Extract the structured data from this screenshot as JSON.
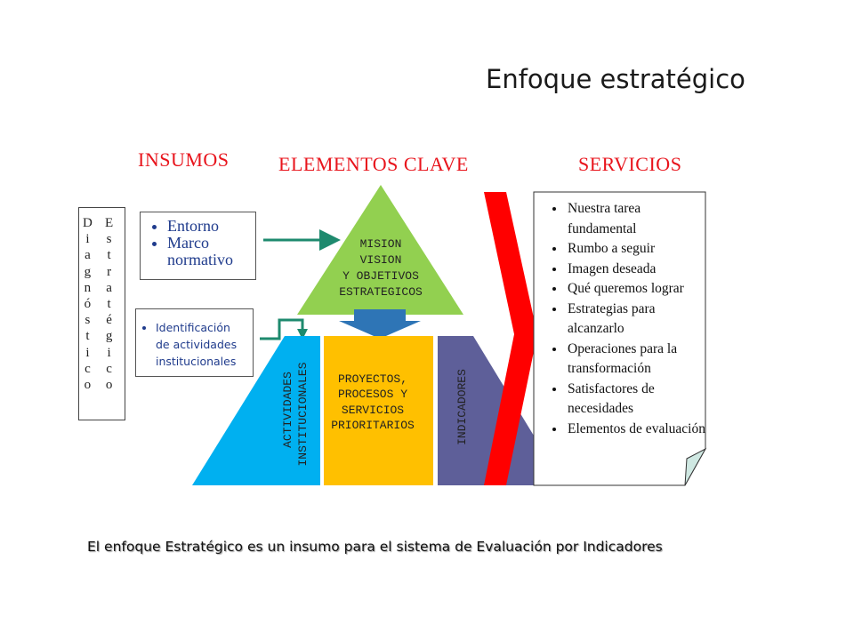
{
  "title": "Enfoque estratégico",
  "headers": {
    "insumos": "INSUMOS",
    "elementos": "ELEMENTOS CLAVE",
    "servicios": "SERVICIOS"
  },
  "diagnostico_letters": [
    "D",
    "i",
    "a",
    "g",
    "n",
    "ó",
    "s",
    "t",
    "i",
    "c",
    "o"
  ],
  "estrategico_letters": [
    "E",
    "s",
    "t",
    "r",
    "a",
    "t",
    "é",
    "g",
    "i",
    "c",
    "o"
  ],
  "insumos_box1": [
    "Entorno",
    "Marco normativo"
  ],
  "insumos_box2": [
    "Identificación de actividades institucionales"
  ],
  "triangle_text": [
    "MISION",
    "VISION",
    "Y OBJETIVOS",
    "ESTRATEGICOS"
  ],
  "actividades_text": [
    "ACTIVIDADES",
    "INSTITUCIONALES"
  ],
  "proyectos_text": [
    "PROYECTOS,",
    "PROCESOS Y",
    "SERVICIOS",
    "PRIORITARIOS"
  ],
  "indicadores_text": "INDICADORES",
  "servicios": [
    "Nuestra tarea fundamental",
    "Rumbo a seguir",
    "Imagen deseada",
    "Qué queremos lograr",
    "Estrategias para alcanzarlo",
    "Operaciones para la transformación",
    "Satisfactores de necesidades",
    "Elementos de evaluación"
  ],
  "footer": "El enfoque  Estratégico es un insumo para el sistema de Evaluación por Indicadores",
  "colors": {
    "header_red": "#e8141c",
    "triangle_green": "#92d050",
    "actividades_blue": "#00b0f0",
    "proyectos_yellow": "#ffc000",
    "indicadores_purple": "#5e5f99",
    "arrow_blue": "#2e75b6",
    "chevron_red": "#ff0000",
    "connector_teal": "#1e8a6e"
  }
}
